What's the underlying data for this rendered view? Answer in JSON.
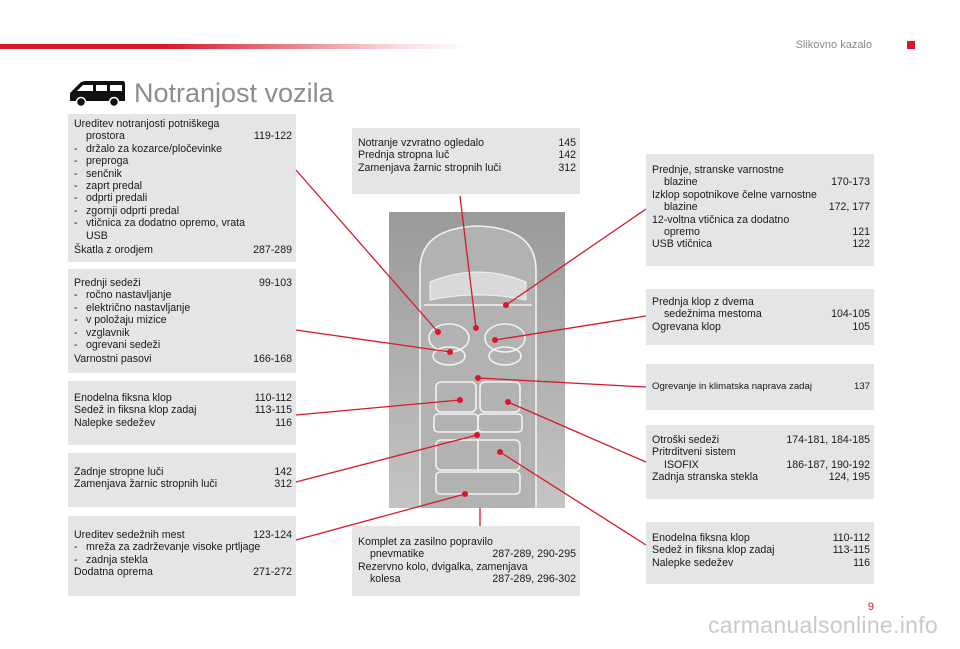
{
  "header": {
    "section_title": "Slikovno kazalo",
    "page_number": "9"
  },
  "page": {
    "title": "Notranjost vozila",
    "icon": "van-icon"
  },
  "colors": {
    "accent": "#d7182a",
    "box": "#e4e5e6",
    "title": "#8d8d8d"
  },
  "boxes": {
    "storage": {
      "l1a": "Ureditev notranjosti potniškega",
      "l1b": "prostora",
      "p1": "119-122",
      "s1": "držalo za kozarce/pločevinke",
      "s2": "preproga",
      "s3": "senčnik",
      "s4": "zaprt predal",
      "s5": "odprti predali",
      "s6": "zgornji odprti predal",
      "s7a": "vtičnica za dodatno opremo, vrata",
      "s7b": "USB",
      "l2": "Škatla z orodjem",
      "p2": "287-289"
    },
    "front_seats": {
      "l1": "Prednji sedeži",
      "p1": "99-103",
      "s1": "ročno nastavljanje",
      "s2": "električno nastavljanje",
      "s3": "v položaju mizice",
      "s4": "vzglavnik",
      "s5": "ogrevani sedeži",
      "l2": "Varnostni pasovi",
      "p2": "166-168"
    },
    "rear_bench_left": {
      "l1": "Enodelna fiksna klop",
      "p1": "110-112",
      "l2": "Sedež in fiksna klop zadaj",
      "p2": "113-115",
      "l3": "Nalepke sedežev",
      "p3": "116"
    },
    "rear_lights": {
      "l1": "Zadnje stropne luči",
      "p1": "142",
      "l2": "Zamenjava žarnic stropnih luči",
      "p2": "312"
    },
    "seat_arrangement": {
      "l1": "Ureditev sedežnih mest",
      "p1": "123-124",
      "s1": "mreža za zadrževanje visoke prtljage",
      "s2": "zadnja stekla",
      "l2": "Dodatna oprema",
      "p2": "271-272"
    },
    "mirror": {
      "l1": "Notranje vzvratno ogledalo",
      "p1": "145",
      "l2": "Prednja stropna luč",
      "p2": "142",
      "l3": "Zamenjava žarnic stropnih luči",
      "p3": "312"
    },
    "repair_kit": {
      "l1a": "Komplet za zasilno popravilo",
      "l1b": "pnevmatike",
      "p1": "287-289, 290-295",
      "l2a": "Rezervno kolo, dvigalka, zamenjava",
      "l2b": "kolesa",
      "p2": "287-289, 296-302"
    },
    "airbags": {
      "l1a": "Prednje, stranske varnostne",
      "l1b": "blazine",
      "p1": "170-173",
      "l2a": "Izklop sopotnikove čelne varnostne",
      "l2b": "blazine",
      "p2": "172, 177",
      "l3a": "12-voltna vtičnica za dodatno",
      "l3b": "opremo",
      "p3": "121",
      "l4": "USB vtičnica",
      "p4": "122"
    },
    "front_bench": {
      "l1a": "Prednja klop z dvema",
      "l1b": "sedežnima mestoma",
      "p1": "104-105",
      "l2": "Ogrevana klop",
      "p2": "105"
    },
    "climate": {
      "l1": "Ogrevanje in klimatska naprava zadaj",
      "p1": "137"
    },
    "child_seats": {
      "l1": "Otroški sedeži",
      "p1": "174-181, 184-185",
      "l2a": "Pritrditveni sistem",
      "l2b": "ISOFIX",
      "p2": "186-187, 190-192",
      "l3": "Zadnja stranska stekla",
      "p3": "124, 195"
    },
    "rear_bench_right": {
      "l1": "Enodelna fiksna klop",
      "p1": "110-112",
      "l2": "Sedež in fiksna klop zadaj",
      "p2": "113-115",
      "l3": "Nalepke sedežev",
      "p3": "116"
    }
  },
  "watermark": "carmanualsonline.info"
}
